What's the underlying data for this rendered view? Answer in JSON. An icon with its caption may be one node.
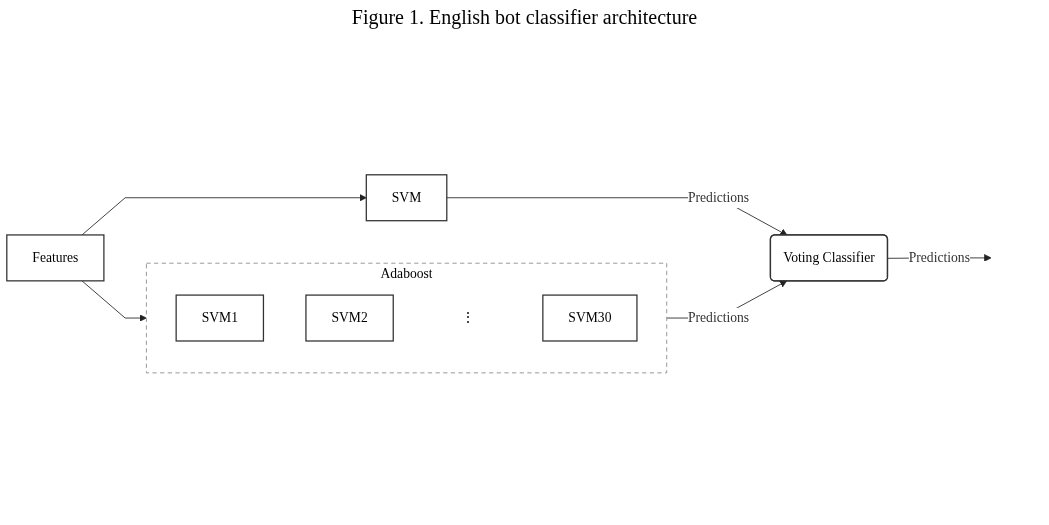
{
  "diagram": {
    "title": "Figure 1. English bot classifier architecture",
    "nodes": [
      {
        "text": [
          "Features"
        ]
      },
      {
        "text": [
          "Adaboost"
        ]
      },
      {
        "text": [
          "SVM1"
        ],
        "in": 1
      },
      {
        "text": [
          "SVM2"
        ],
        "in": 1
      },
      {
        "text": [
          "⋮"
        ],
        "in": 1
      },
      {
        "text": [
          "SVM30"
        ],
        "in": 1
      },
      {
        "text": [
          "SVM"
        ]
      },
      {
        "text": [
          "Voting Classifier"
        ]
      }
    ],
    "edges": [
      {
        "from": 0,
        "to": 1,
        "arrow": "to"
      },
      {
        "from": 0,
        "to": 6,
        "arrow": "to"
      },
      {
        "from": 1,
        "to": 7,
        "arrow": "to",
        "label": "Predictions"
      },
      {
        "from": 6,
        "to": 7,
        "arrow": "to",
        "label": "Predictions"
      },
      {
        "from": 7,
        "to": null,
        "arrow": "to",
        "label": "Predictions"
      }
    ]
  }
}
